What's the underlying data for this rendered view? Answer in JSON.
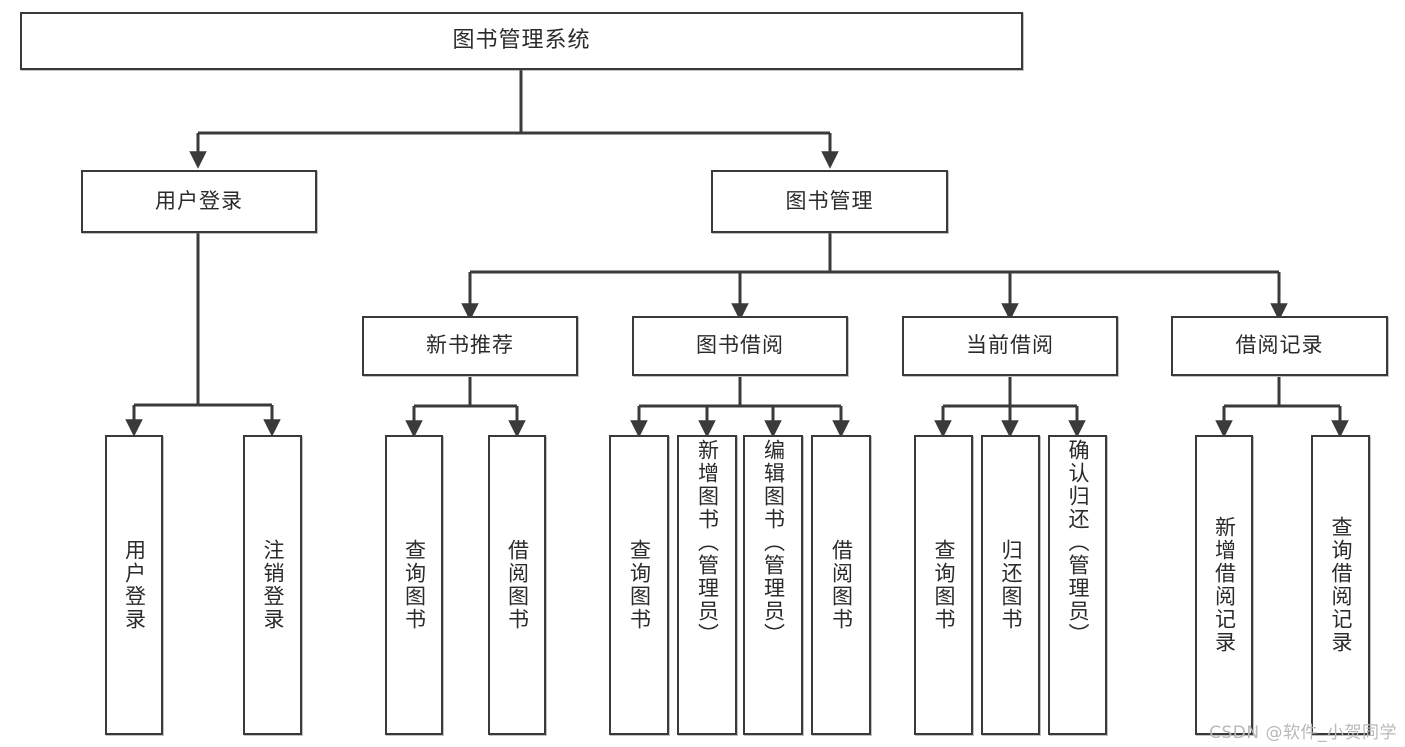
{
  "diagram": {
    "title": "图书管理系统",
    "type": "tree",
    "watermark": "CSDN @软件_小贺同学",
    "root": {
      "label": "图书管理系统"
    },
    "level2": [
      {
        "label": "用户登录"
      },
      {
        "label": "图书管理"
      }
    ],
    "level3": [
      {
        "label": "新书推荐"
      },
      {
        "label": "图书借阅"
      },
      {
        "label": "当前借阅"
      },
      {
        "label": "借阅记录"
      }
    ],
    "leaves": {
      "user_login": [
        {
          "label": "用户登录"
        },
        {
          "label": "注销登录"
        }
      ],
      "new_book": [
        {
          "label": "查询图书"
        },
        {
          "label": "借阅图书"
        }
      ],
      "borrow_book": [
        {
          "label": "查询图书"
        },
        {
          "label": "新增图书（管理员）"
        },
        {
          "label": "编辑图书（管理员）"
        },
        {
          "label": "借阅图书"
        }
      ],
      "current_borrow": [
        {
          "label": "查询图书"
        },
        {
          "label": "归还图书"
        },
        {
          "label": "确认归还（管理员）"
        }
      ],
      "borrow_record": [
        {
          "label": "新增借阅记录"
        },
        {
          "label": "查询借阅记录"
        }
      ]
    },
    "colors": {
      "stroke": "#3a3a3a",
      "fill": "#ffffff",
      "text": "#2b2b2b",
      "watermark": "#b9b9b9"
    }
  }
}
